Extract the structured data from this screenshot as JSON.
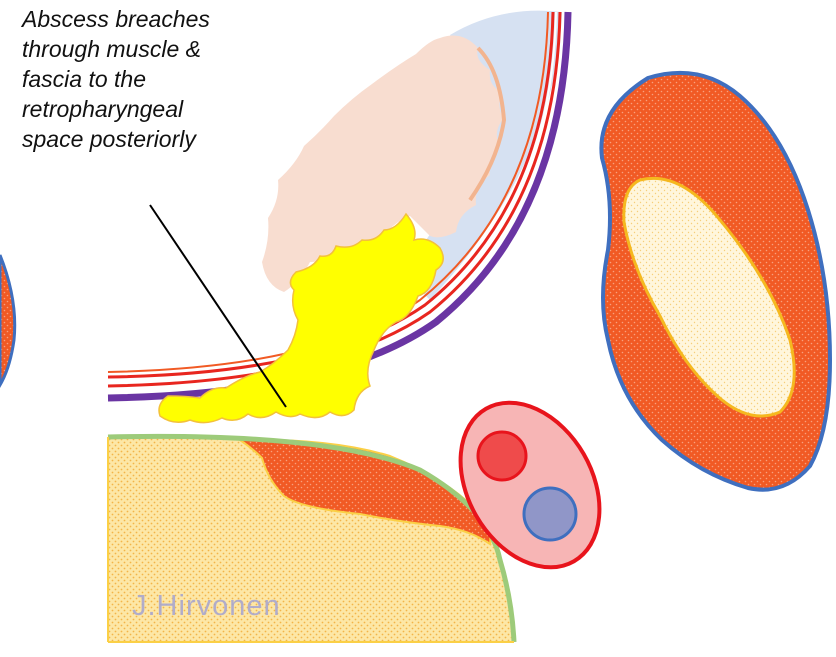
{
  "annotation": {
    "lines": [
      "Abscess breaches",
      "through muscle &",
      "fascia to the",
      "retropharyngeal",
      "space posteriorly"
    ]
  },
  "signature": "J.Hirvonen",
  "colors": {
    "orange": "#f15a24",
    "yellow_fat": "#fbe08a",
    "abscess": "#ffff00",
    "tonsil": "#f8ddd0",
    "retropharyngeal": "#d6e1f2",
    "mucosa_outline_blue": "#3f6fbf",
    "muscle_red": "#e8261f",
    "fascia_purple": "#6a35a3",
    "vessel_sheath": "#f7b5b5",
    "artery": "#ef4b4b",
    "vein": "#9096c8",
    "green_border": "#9dcb7a"
  },
  "icons": {
    "artery": "red-circle",
    "vein": "blue-circle"
  }
}
